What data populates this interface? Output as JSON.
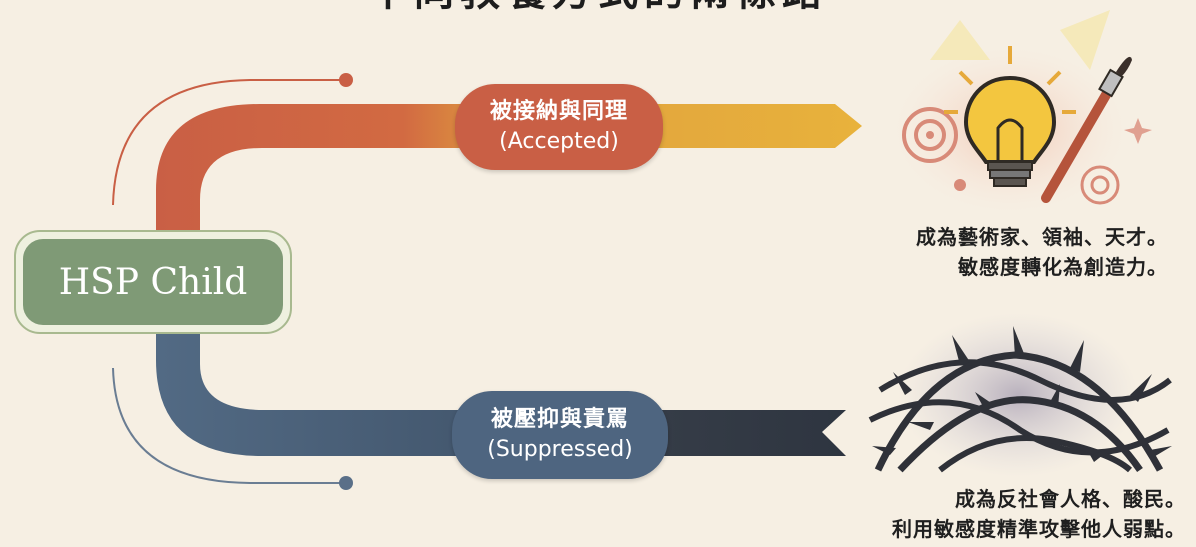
{
  "title": "不同教養方式的兩條路",
  "root": {
    "label": "HSP Child"
  },
  "branches": [
    {
      "label_zh": "被接納與同理",
      "label_en": "(Accepted)",
      "outcome_line1": "成為藝術家、領袖、天才。",
      "outcome_line2": "敏感度轉化為創造力。",
      "color": "#c95f45",
      "arrow_color": "#e8b23c",
      "illustration": "lightbulb-paintbrush-icon"
    },
    {
      "label_zh": "被壓抑與責罵",
      "label_en": "(Suppressed)",
      "outcome_line1": "成為反社會人格、酸民。",
      "outcome_line2": "利用敏感度精準攻擊他人弱點。",
      "color": "#4e6580",
      "arrow_color": "#2e3540",
      "illustration": "thorns-icon"
    }
  ],
  "colors": {
    "background": "#f6efe3",
    "root_fill": "#7f9a76",
    "root_border": "#a8b98f"
  }
}
